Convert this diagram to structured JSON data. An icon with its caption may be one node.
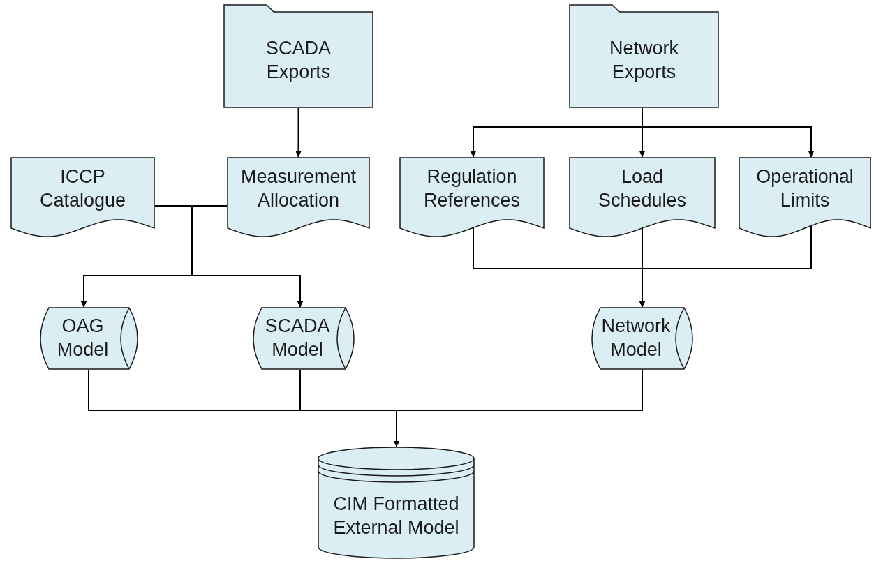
{
  "diagram": {
    "nodes": [
      {
        "text": [
          "SCADA Exports"
        ]
      },
      {
        "text": [
          "Network Exports"
        ]
      },
      {
        "text": [
          "ICCP Catalogue"
        ]
      },
      {
        "text": [
          "Measurement Allocation"
        ]
      },
      {
        "text": [
          "Regulation References"
        ]
      },
      {
        "text": [
          "Load Schedules"
        ]
      },
      {
        "text": [
          "Operational Limits"
        ]
      },
      {
        "text": [
          "OAG Model"
        ]
      },
      {
        "text": [
          "SCADA Model"
        ]
      },
      {
        "text": [
          "Network Model"
        ]
      },
      {
        "text": [
          "CIM Formatted External Model"
        ]
      }
    ],
    "edges": [
      {
        "from": 0,
        "to": 3,
        "arrow": "to"
      },
      {
        "from": 1,
        "to": 4,
        "arrow": "to"
      },
      {
        "from": 1,
        "to": 5,
        "arrow": "to"
      },
      {
        "from": 1,
        "to": 6,
        "arrow": "to"
      },
      {
        "from": 2,
        "to": 7,
        "arrow": "to"
      },
      {
        "from": 2,
        "to": 8,
        "arrow": "to"
      },
      {
        "from": 3,
        "to": 7,
        "arrow": "to"
      },
      {
        "from": 3,
        "to": 8,
        "arrow": "to"
      },
      {
        "from": 4,
        "to": 9,
        "arrow": "to"
      },
      {
        "from": 5,
        "to": 9,
        "arrow": "to"
      },
      {
        "from": 6,
        "to": 9,
        "arrow": "to"
      },
      {
        "from": 7,
        "to": 10,
        "arrow": "to"
      },
      {
        "from": 8,
        "to": 10,
        "arrow": "to"
      },
      {
        "from": 9,
        "to": 10,
        "arrow": "to"
      }
    ]
  }
}
